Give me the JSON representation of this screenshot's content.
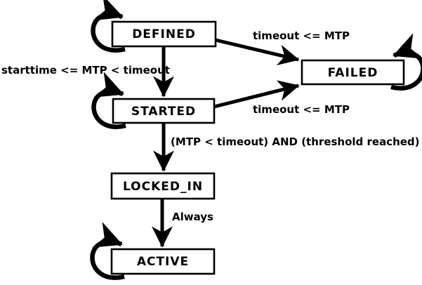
{
  "diagram": {
    "type": "state-machine",
    "background_color": "#ffffff",
    "stroke_color": "#000000",
    "states": [
      {
        "label": "DEFINED",
        "self_loop": true,
        "loop_side": "left"
      },
      {
        "label": "FAILED",
        "self_loop": true,
        "loop_side": "right"
      },
      {
        "label": "STARTED",
        "self_loop": true,
        "loop_side": "left"
      },
      {
        "label": "LOCKED_IN",
        "self_loop": false,
        "loop_side": null
      },
      {
        "label": "ACTIVE",
        "self_loop": true,
        "loop_side": "left"
      }
    ],
    "transitions": [
      {
        "from": "DEFINED",
        "to": "FAILED",
        "label": "timeout <= MTP"
      },
      {
        "from": "DEFINED",
        "to": "STARTED",
        "label": "starttime <= MTP < timeout"
      },
      {
        "from": "STARTED",
        "to": "FAILED",
        "label": "timeout <= MTP"
      },
      {
        "from": "STARTED",
        "to": "LOCKED_IN",
        "label": "(MTP < timeout) AND (threshold reached)"
      },
      {
        "from": "LOCKED_IN",
        "to": "ACTIVE",
        "label": "Always"
      }
    ]
  }
}
